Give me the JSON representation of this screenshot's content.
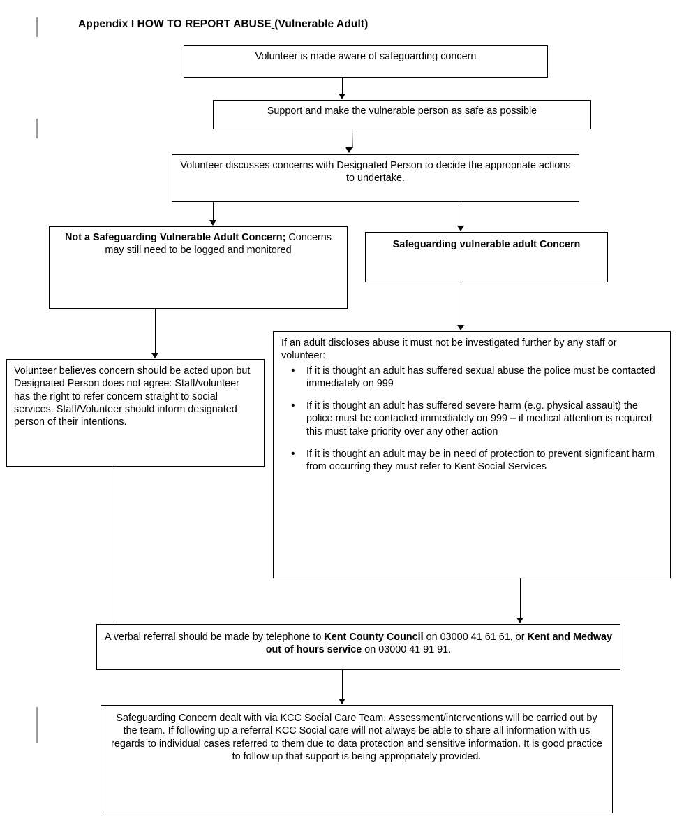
{
  "document": {
    "title_prefix": "Appendix  I HOW TO REPORT ABUSE",
    "title_suffix": "(Vulnerable Adult)"
  },
  "flow": {
    "nodes": [
      {
        "id": "volunteer-aware",
        "text": "Volunteer is made aware of safeguarding concern",
        "align": "center",
        "emphasis": "normal"
      },
      {
        "id": "support-safe",
        "text": "Support and make the vulnerable person as safe as possible",
        "align": "center",
        "emphasis": "normal"
      },
      {
        "id": "discuss-designated-person",
        "text": "Volunteer discusses concerns with Designated Person to decide the appropriate actions to undertake.",
        "align": "center",
        "emphasis": "normal"
      },
      {
        "id": "not-a-concern",
        "heading": "Not a Safeguarding Vulnerable Adult Concern;",
        "text": "Concerns may still need to be logged and monitored",
        "align": "center",
        "emphasis": "bold-first-line"
      },
      {
        "id": "safeguarding-concern",
        "text": "Safeguarding vulnerable adult Concern",
        "align": "center",
        "emphasis": "bold"
      },
      {
        "id": "volunteer-believes",
        "text": " Volunteer believes concern should be acted upon but Designated Person does not agree: Staff/volunteer has the right to refer concern straight to social services. Staff/Volunteer should inform designated person of their intentions.",
        "align": "left",
        "emphasis": "normal"
      },
      {
        "id": "disclosure-rules",
        "lead": "If an adult discloses abuse it must not be investigated further by any staff or volunteer:",
        "bullets": [
          "If it is thought an adult has suffered sexual abuse the police must be contacted immediately on 999",
          "If it is thought an adult has suffered severe harm (e.g. physical assault) the police must be contacted immediately on 999 – if medical attention is required this must take priority over any other action",
          "If it is thought an adult may be in need of protection to prevent significant harm from occurring they must refer to Kent Social Services"
        ],
        "align": "left",
        "emphasis": "normal"
      },
      {
        "id": "verbal-referral",
        "text_part_1": "A verbal referral should be made by telephone to ",
        "bold_1": "Kent County Council",
        "text_part_2": " on 03000 41 61 61, or ",
        "bold_2": "Kent and Medway out of hours service",
        "text_part_3": " on 03000 41 91 91.",
        "align": "center",
        "emphasis": "mixed"
      },
      {
        "id": "kcc-outcome",
        "text": "Safeguarding Concern dealt with via KCC Social Care Team.  Assessment/interventions will be carried out by the team.  If following up a referral KCC Social care will not always be able to share all information with us regards to individual cases referred to them due to data protection and sensitive information. It is good practice to follow up that support is being appropriately provided.",
        "align": "center",
        "emphasis": "normal"
      }
    ],
    "connector_count": 9,
    "line_color": "#000000"
  },
  "margin_marks": {
    "name": "revision-change-bars",
    "color": "#9a9a9a",
    "count": 3
  }
}
